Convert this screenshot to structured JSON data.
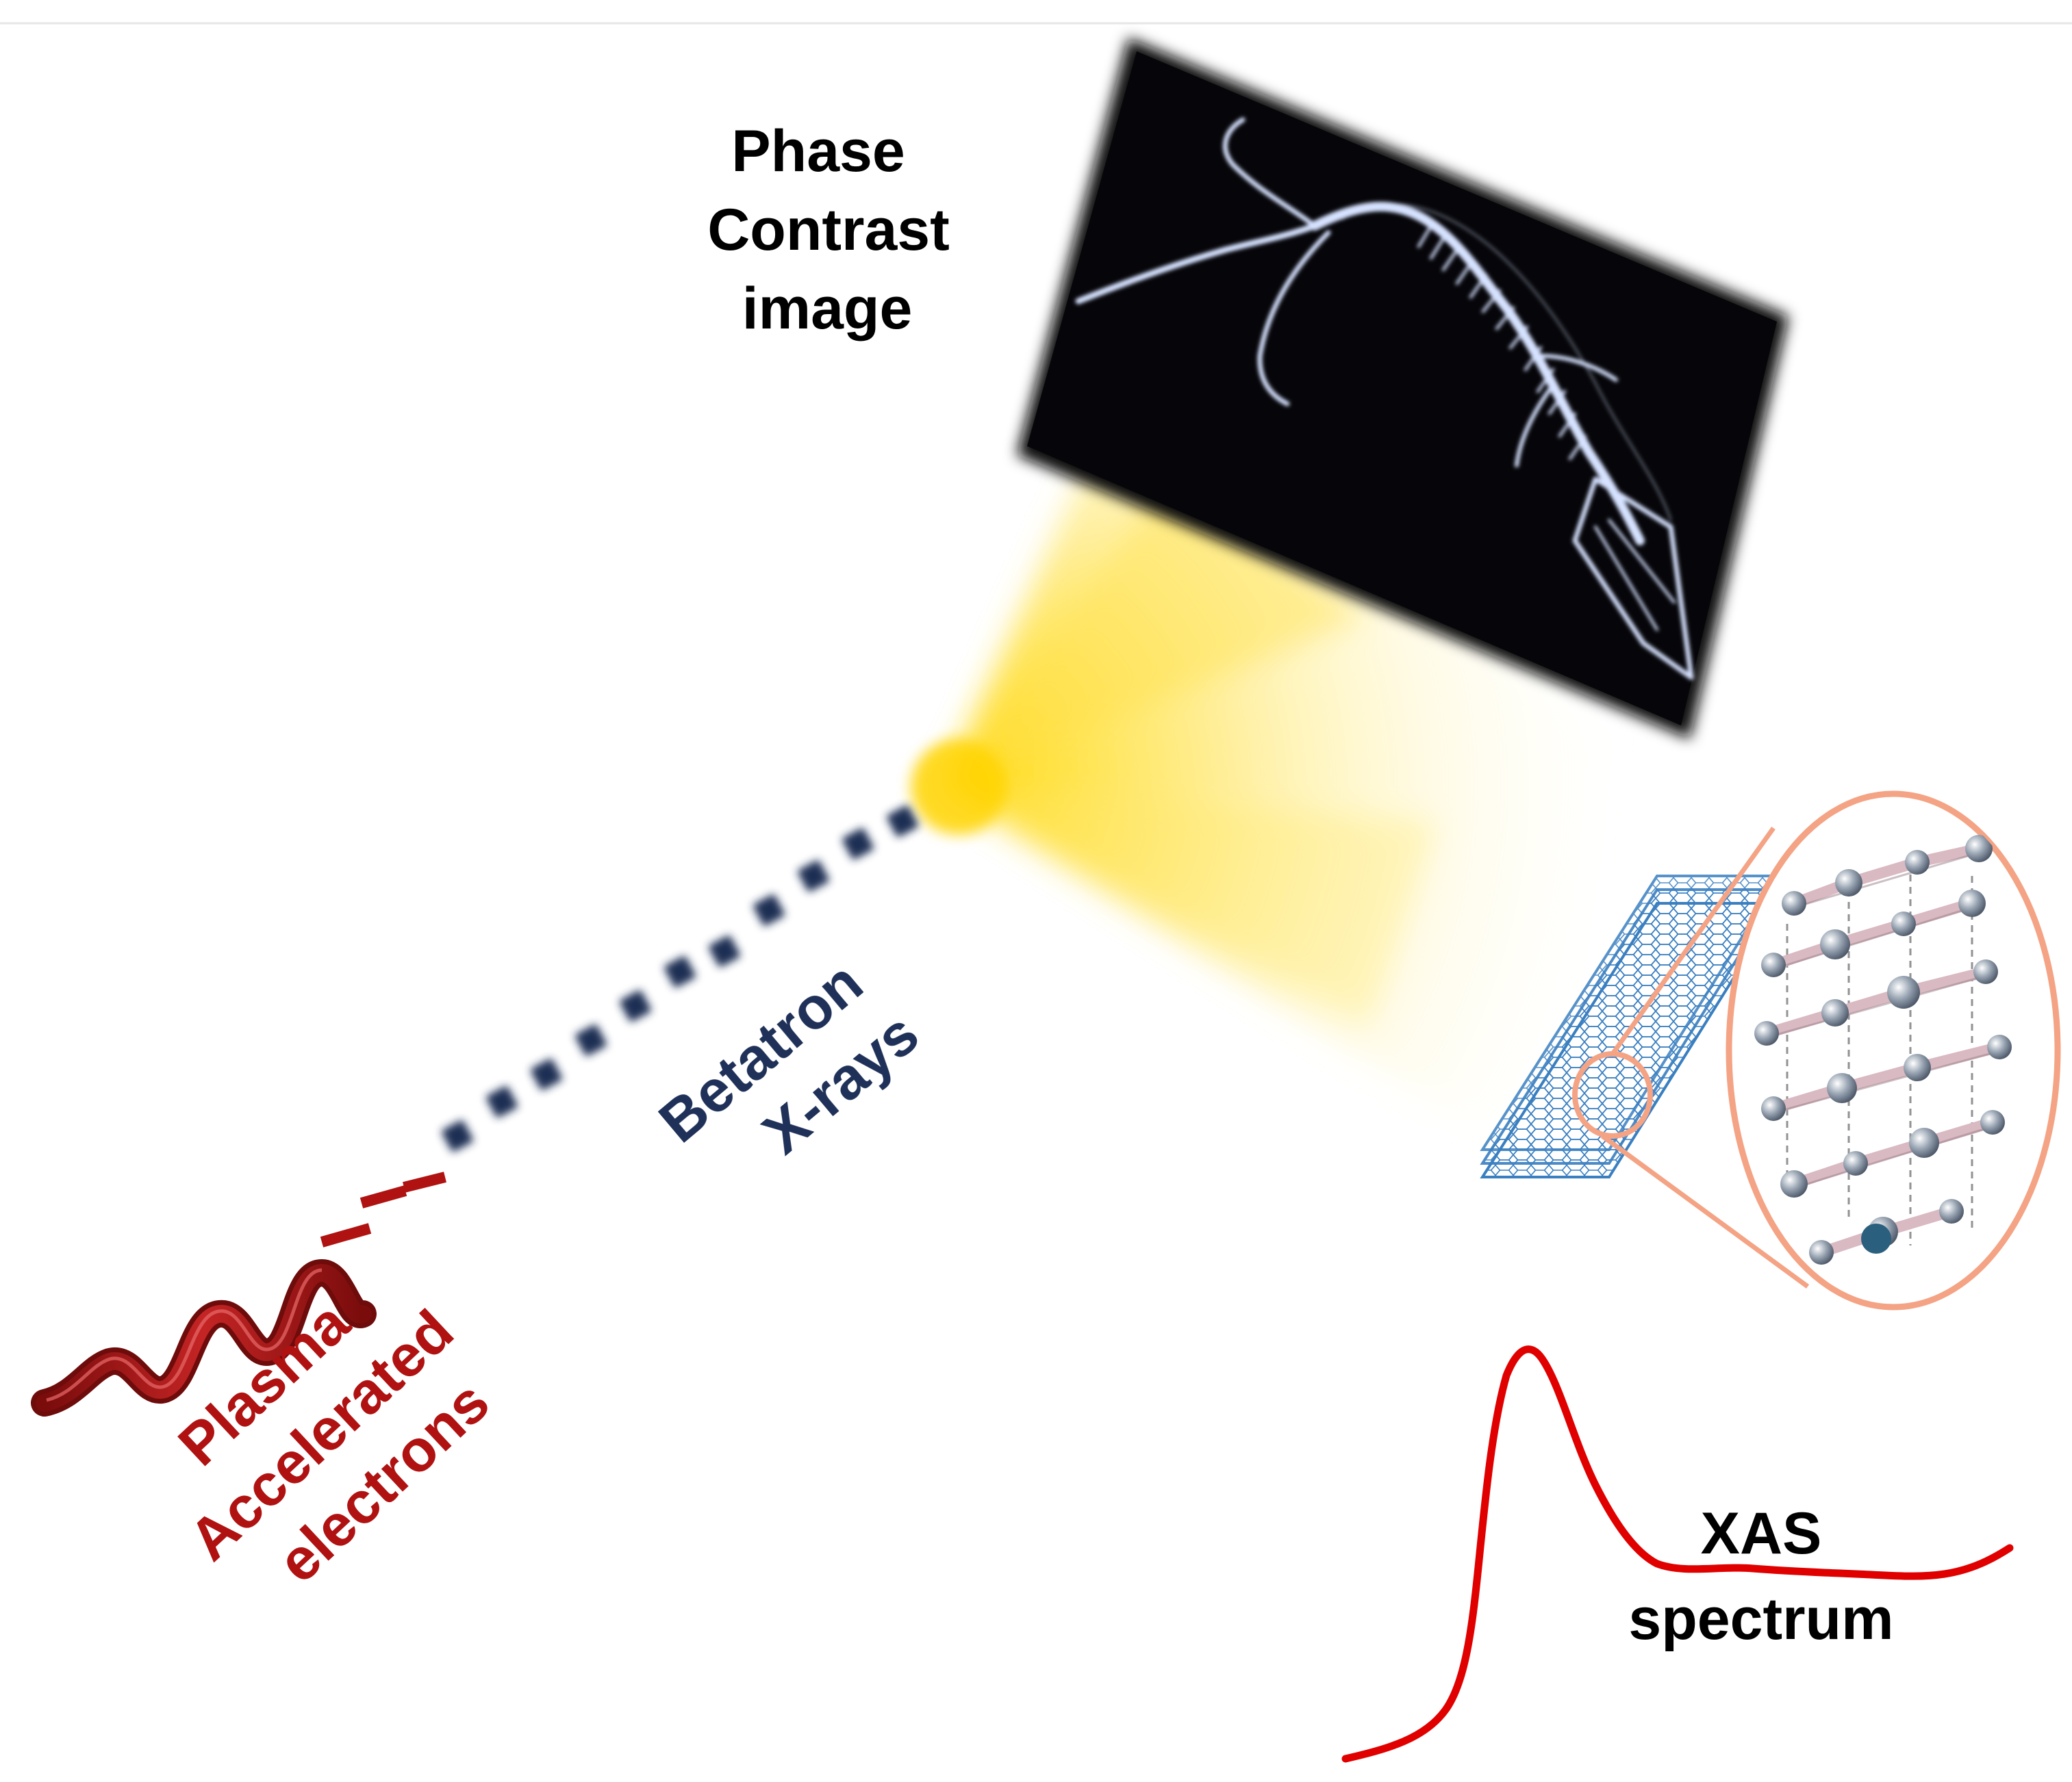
{
  "labels": {
    "phase_contrast": [
      "Phase",
      "Contrast",
      "image"
    ],
    "betatron": [
      "Betatron",
      "X-rays"
    ],
    "plasma": [
      "Plasma",
      "Accelerated",
      "electrons"
    ],
    "xas": [
      "XAS",
      "spectrum"
    ]
  },
  "colors": {
    "background": "#ffffff",
    "black_text": "#000000",
    "betatron_text": "#1f3158",
    "plasma_text": "#b01212",
    "xray_beam": "#ffd700",
    "spectrum_line": "#e00000",
    "lattice_outline": "#f4a384",
    "electron_dots": "#1d2e52",
    "wave_ribbon": "#a61a1a"
  },
  "icons": {
    "xray_image": "lizard-xray-image",
    "lattice": "graphene-lattice-icon",
    "wave": "plasma-wave-icon"
  }
}
